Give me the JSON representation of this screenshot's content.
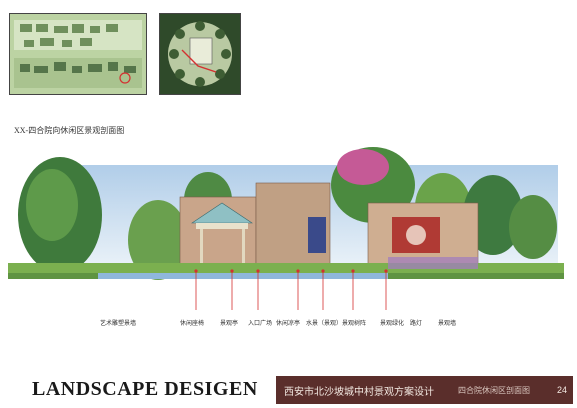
{
  "plans": {
    "site_plan": "site-plan-thumbnail",
    "key_plan": "key-plan-thumbnail"
  },
  "section": {
    "title": "XX-四合院向休闲区景观剖面图"
  },
  "callouts": [
    {
      "label": "艺术雕塑景墙"
    },
    {
      "label": "休闲座椅"
    },
    {
      "label": "景观亭"
    },
    {
      "label": "入口广场"
    },
    {
      "label": "休闲凉亭"
    },
    {
      "label": "水景（景观）"
    },
    {
      "label": "景观树阵"
    },
    {
      "label": "景观绿化"
    },
    {
      "label": "路灯"
    },
    {
      "label": "景观墙"
    }
  ],
  "footer": {
    "brand": "LANDSCAPE DESIGEN",
    "project_title": "西安市北沙坡城中村景观方案设计",
    "sheet_name": "四合院休闲区剖面图",
    "page_number": "24"
  },
  "colors": {
    "footer_band": "#5a2e2b",
    "callout_line": "#d43030",
    "water": "#8fb7dc",
    "wall": "#c9a58a"
  }
}
